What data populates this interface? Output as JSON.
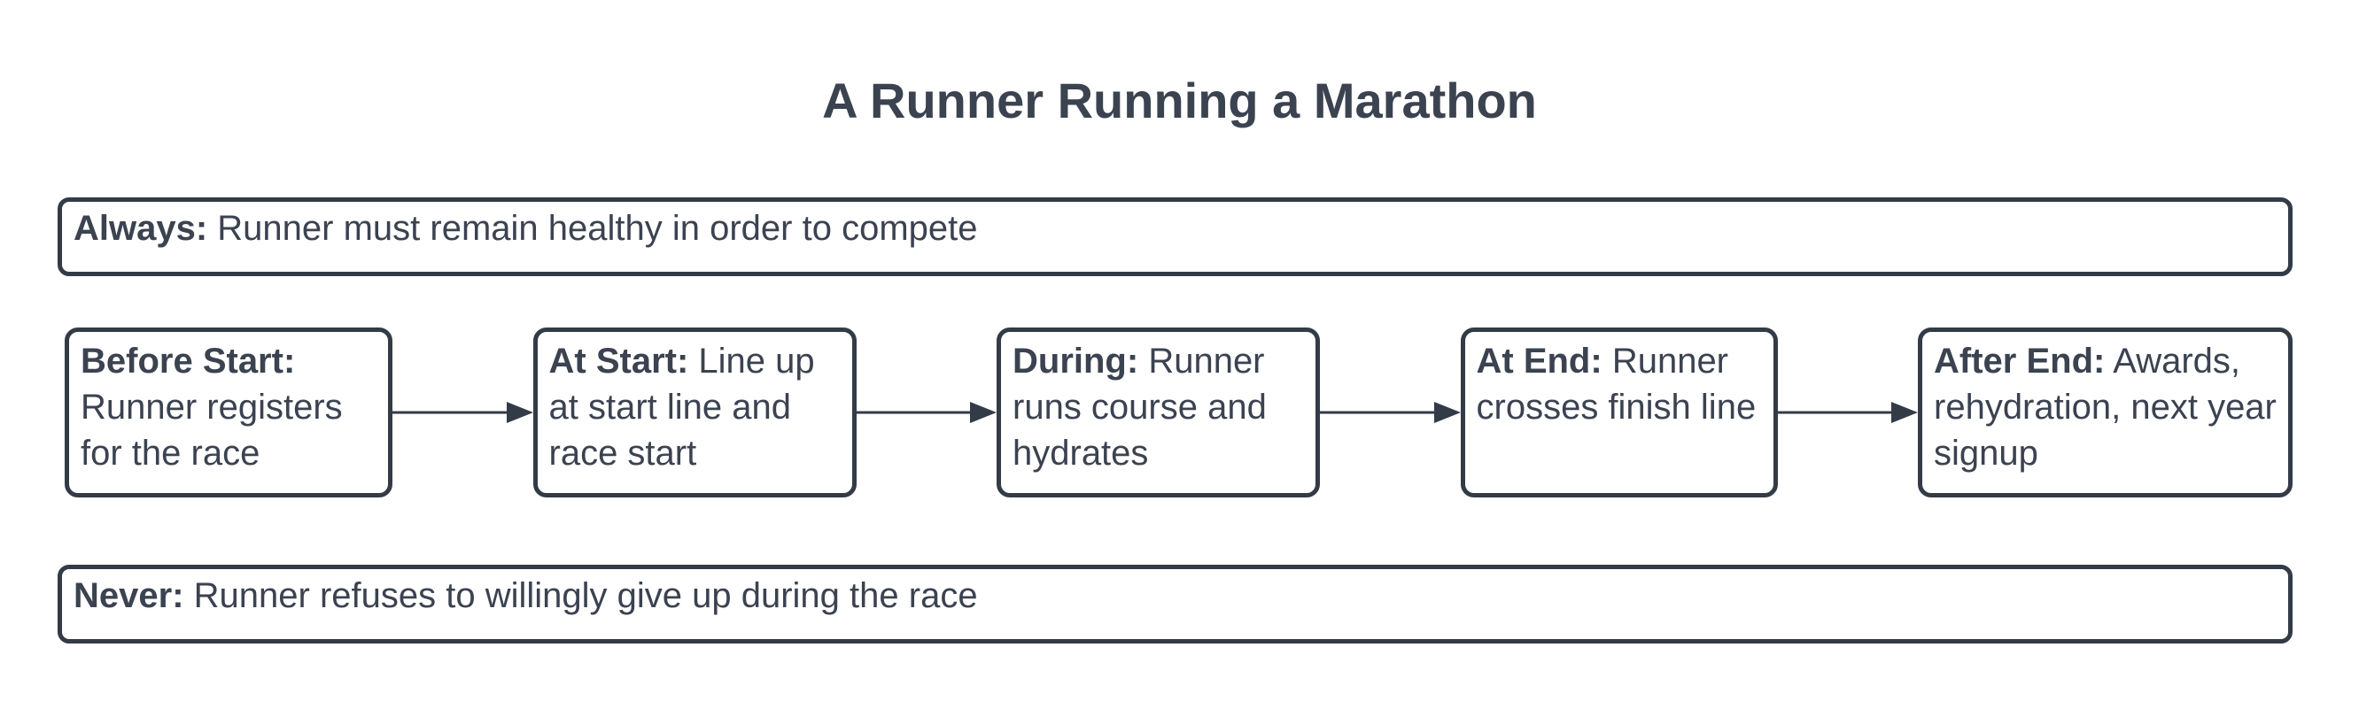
{
  "title": "A Runner Running a Marathon",
  "always": {
    "label": "Always:",
    "text": "Runner must remain healthy in order to compete"
  },
  "never": {
    "label": "Never:",
    "text": "Runner refuses to willingly give up during the race"
  },
  "steps": [
    {
      "label": "Before Start:",
      "text": "Runner registers for the race"
    },
    {
      "label": "At Start:",
      "text": "Line up at start line and race start"
    },
    {
      "label": "During:",
      "text": "Runner runs course and hydrates"
    },
    {
      "label": "At End:",
      "text": "Runner crosses finish line"
    },
    {
      "label": "After End:",
      "text": "Awards, rehydration, next year signup"
    }
  ],
  "colors": {
    "ink": "#3b4250",
    "border": "#333b47",
    "background": "#ffffff"
  }
}
